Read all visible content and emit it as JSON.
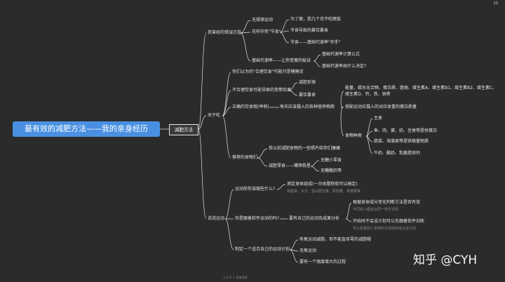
{
  "root": "最有效的减肥方法——我的亲身经历",
  "branch": "减肥方法",
  "page": "20",
  "watermark": "知乎 @CYH",
  "footer": "◎ 0 字  ✎ 思维导图",
  "s1": {
    "title": "我曾经的错误示范",
    "a": "无规律运动",
    "b": "花样作死\"节食\"",
    "b1": "为了瘦，我几个月不吃晚饭",
    "b2": "节食导致的暴饮暴食",
    "b3": "节食——基础代谢率\"杀手\"",
    "c": "基础代谢率——让你变瘦的秘诀",
    "c1": "基础代谢率计算公式",
    "c2": "基础代谢率由什么决定?"
  },
  "s2": {
    "title": "关于吃",
    "a": "你们以为的\"合理饮食\"可能只是瞎瞎说",
    "b": "不合理饮食可能导致的悲惨后果",
    "b1": "减肥反弹",
    "b2": "暴饮暴食",
    "c": "正确的饮食观(举例)",
    "c1": "每天应该摄入的各种营养物质",
    "c1a": "能量、碳水化合物、蛋白质、脂类、维生素A、维生素B1、维生素B2、维生素C、",
    "c1a2": "维生素D、钙、铁、钠等",
    "c1b": "搭配运动应摄入的对应体重的蛋白质量",
    "c1c": "食物种类",
    "f1": "主食",
    "f2": "鱼、肉、蛋、奶、豆类等提供蛋白",
    "f3": "蔬菜、海藻类等提供微量物质",
    "f4": "牛奶、酸奶、乳酪提供钙",
    "d": "推荐的食物们",
    "d1": "我以前减肥食物的一些照片给你们康康",
    "d2": "减肥零食——嘴馋救星",
    "d2a": "无糖小零食",
    "d2b": "无糖酸奶等"
  },
  "s3": {
    "title": "说说运动",
    "a": "运动前你该做些什么?",
    "a1": "测定身体组成(一台体脂称就可以搞定)",
    "a1n": "体脂率、水分、蛋白质含量、肌肉量、骨骼量等",
    "b": "你是跟着软件运动的吗?",
    "b1": "要有自己的运动及成果分析",
    "b1a": "根据身体成分变化判断方法是否有效",
    "b1an": "不同的人都适合同一种方法吗",
    "b1b": "开始时不会设计划可以先跟着软件训练",
    "b1bn": "可以看看别人定制的计划找到适合自己的",
    "c": "制定一个适合自己的运动计划",
    "c1": "有氧运动减脂，但不能盲目零的减脂哦",
    "c2": "无氧运动",
    "c3": "要有一个强度增大的过程"
  }
}
